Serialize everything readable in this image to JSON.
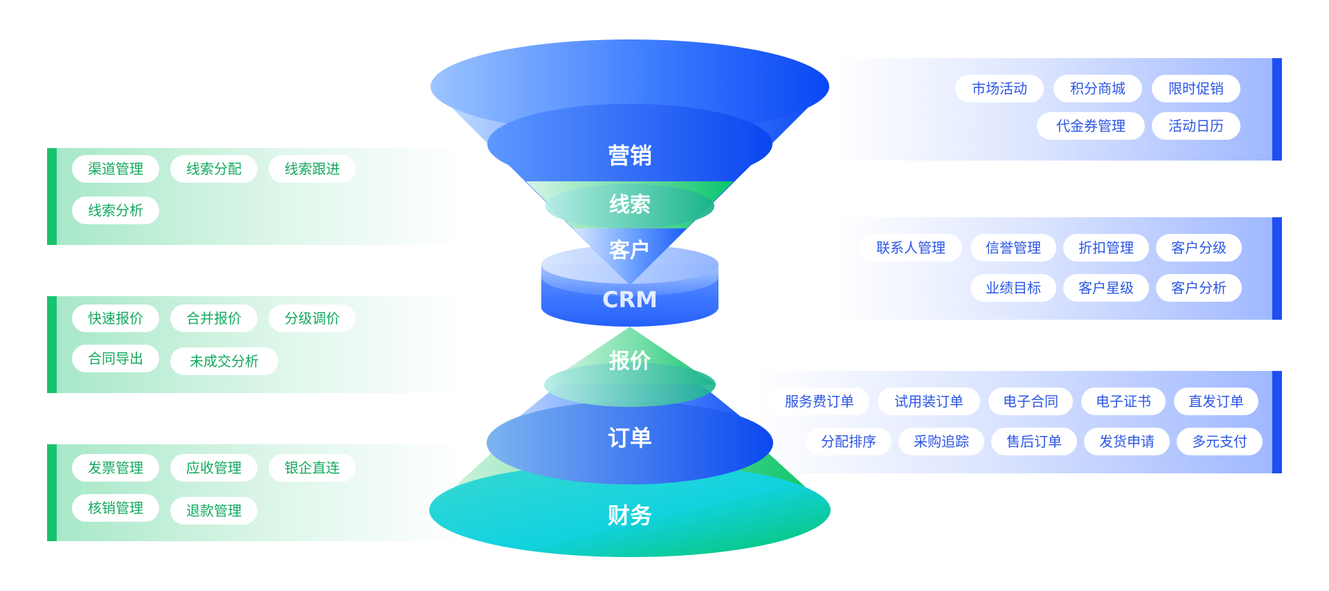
{
  "funnel": {
    "stages": [
      {
        "key": "marketing",
        "label": "营销"
      },
      {
        "key": "leads",
        "label": "线索"
      },
      {
        "key": "customers",
        "label": "客户"
      },
      {
        "key": "crm",
        "label": "CRM"
      },
      {
        "key": "quote",
        "label": "报价"
      },
      {
        "key": "orders",
        "label": "订单"
      },
      {
        "key": "finance",
        "label": "财务"
      }
    ]
  },
  "left_panels": [
    {
      "key": "leads-panel",
      "rows": [
        [
          "渠道管理",
          "线索分配",
          "线索跟进"
        ],
        [
          "线索分析"
        ]
      ]
    },
    {
      "key": "quote-panel",
      "rows": [
        [
          "快速报价",
          "合并报价",
          "分级调价"
        ],
        [
          "合同导出",
          "未成交分析"
        ]
      ]
    },
    {
      "key": "finance-panel",
      "rows": [
        [
          "发票管理",
          "应收管理",
          "银企直连"
        ],
        [
          "核销管理",
          "退款管理"
        ]
      ]
    }
  ],
  "right_panels": [
    {
      "key": "marketing-panel",
      "rows": [
        [
          "市场活动",
          "积分商城",
          "限时促销"
        ],
        [
          "代金券管理",
          "活动日历"
        ]
      ]
    },
    {
      "key": "customer-panel",
      "rows": [
        [
          "联系人管理",
          "信誉管理",
          "折扣管理",
          "客户分级"
        ],
        [
          "业绩目标",
          "客户星级",
          "客户分析"
        ]
      ]
    },
    {
      "key": "order-panel",
      "rows": [
        [
          "服务费订单",
          "试用装订单",
          "电子合同",
          "电子证书",
          "直发订单"
        ],
        [
          "分配排序",
          "采购追踪",
          "售后订单",
          "发货申请",
          "多元支付"
        ]
      ]
    }
  ],
  "colors": {
    "green": "#19c26e",
    "blue": "#1f4ff0",
    "cyan": "#12d4e0"
  }
}
